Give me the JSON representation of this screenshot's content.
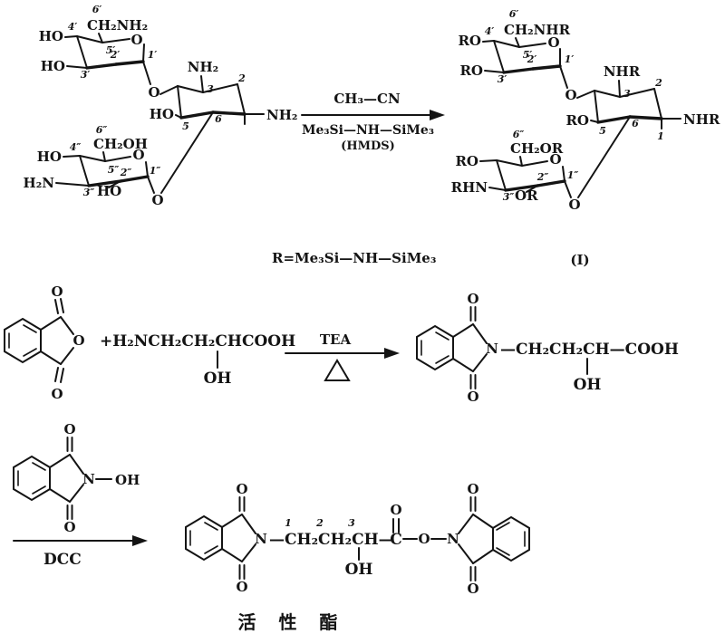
{
  "atoms": {
    "o": "O",
    "n": "N",
    "oh": "OH",
    "ho": "HO"
  },
  "struct_a": {
    "ring_a": {
      "pos6": "6′",
      "ch2nh2": "CH₂NH₂",
      "ho4": "HO",
      "ho3": "HO",
      "pos4": "4′",
      "pos5": "5′",
      "pos3": "3′",
      "pos2": "2′",
      "pos1": "1′"
    },
    "ring_b": {
      "nh2_top": "NH₂",
      "nh2_right": "NH₂",
      "ho5": "HO",
      "pos3": "3",
      "pos2": "2",
      "pos5": "5",
      "pos6": "6"
    },
    "ring_c": {
      "pos6": "6″",
      "ch2oh": "CH₂OH",
      "ho4": "HO",
      "h2n": "H₂N",
      "ho2": "HO",
      "pos4": "4″",
      "pos5": "5″",
      "pos3": "3″",
      "pos2": "2″",
      "pos1": "1″"
    }
  },
  "arrow1": {
    "reagent_top": "CH₃—CN",
    "reagent_bottom": "Me₃Si—NH—SiMe₃",
    "reagent_note": "(HMDS)"
  },
  "struct_b": {
    "ring_a": {
      "pos6": "6′",
      "ch2nhr": "CH₂NHR",
      "ro4": "RO",
      "ro3": "RO",
      "pos4": "4′",
      "pos5": "5′",
      "pos3": "3′",
      "pos2": "2′",
      "pos1": "1′"
    },
    "ring_b": {
      "nhr_top": "NHR",
      "nhr_right": "NHR",
      "ro5": "RO",
      "pos3": "3",
      "pos2": "2",
      "pos1": "1",
      "pos5": "5",
      "pos6": "6"
    },
    "ring_c": {
      "pos6": "6″",
      "ch2or": "CH₂OR",
      "ro4": "RO",
      "rhn": "RHN",
      "or2": "OR",
      "pos3": "3″",
      "pos2": "2″",
      "pos1": "1″"
    }
  },
  "r_definition": "R=Me₃Si—NH—SiMe₃",
  "compound_label": "(I)",
  "step2": {
    "amino_acid": "+H₂NCH₂CH₂CHCOOH",
    "amino_acid_oh": "OH",
    "arrow_top": "TEA",
    "product_chain": "—CH₂CH₂CH—COOH",
    "product_oh": "OH"
  },
  "step3": {
    "n_oh": "OH",
    "arrow_bottom": "DCC",
    "chain": "—CH₂CH₂CH—",
    "pos1": "1",
    "pos2": "2",
    "pos3": "3",
    "chain_oh": "OH",
    "carbonyl_c": "C",
    "caption": "活 性 酯"
  }
}
